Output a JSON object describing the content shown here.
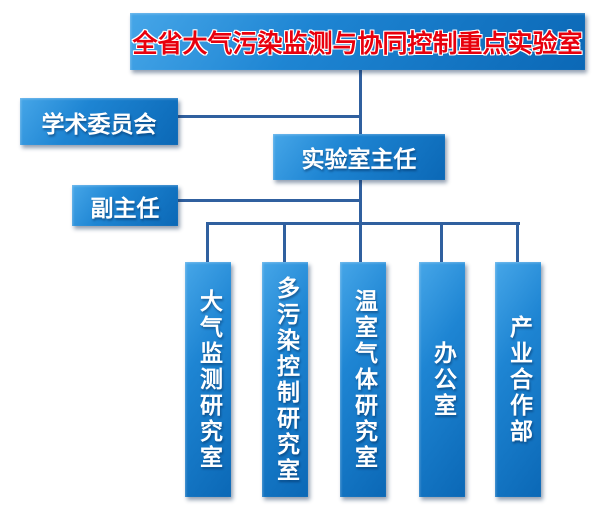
{
  "page": {
    "background": "#ffffff"
  },
  "colors": {
    "box_gradient_light": "#46a6e8",
    "box_gradient_dark": "#0b68b6",
    "connector_line": "#30609f",
    "root_title_text": "#e8000d",
    "root_title_outline": "#ffffff",
    "box_text": "#ffffff"
  },
  "org_chart": {
    "root": {
      "label": "全省大气污染监测与协同控制重点实验室"
    },
    "advisory": {
      "label": "学术委员会"
    },
    "director": {
      "label": "实验室主任"
    },
    "deputy": {
      "label": "副主任"
    },
    "departments": [
      {
        "label": "大气监测研究室"
      },
      {
        "label": "多污染控制研究室"
      },
      {
        "label": "温室气体研究室"
      },
      {
        "label": "办公室"
      },
      {
        "label": "产业合作部"
      }
    ]
  }
}
